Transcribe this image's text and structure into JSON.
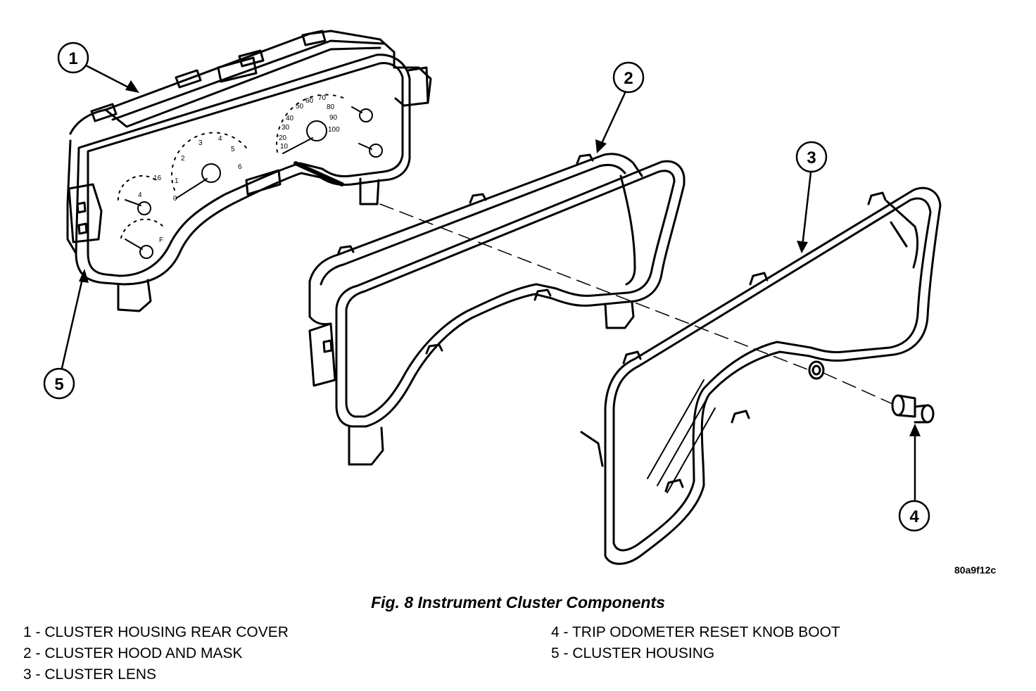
{
  "callouts": [
    "1",
    "2",
    "3",
    "4",
    "5"
  ],
  "gauge_labels": {
    "speedometer": [
      "10",
      "20",
      "30",
      "40",
      "50",
      "60",
      "70",
      "80",
      "90",
      "100"
    ],
    "tachometer": [
      "0",
      "1",
      "2",
      "3",
      "4",
      "5",
      "6"
    ],
    "voltmeter": [
      "4",
      "16"
    ],
    "fuel": [
      "F"
    ]
  },
  "figure_id": "80a9f12c",
  "caption": "Fig. 8 Instrument Cluster Components",
  "legend": {
    "left": [
      "1 - CLUSTER HOUSING REAR COVER",
      "2 - CLUSTER HOOD AND MASK",
      "3 - CLUSTER LENS"
    ],
    "right": [
      "4 - TRIP ODOMETER RESET KNOB BOOT",
      "5 - CLUSTER HOUSING"
    ]
  }
}
